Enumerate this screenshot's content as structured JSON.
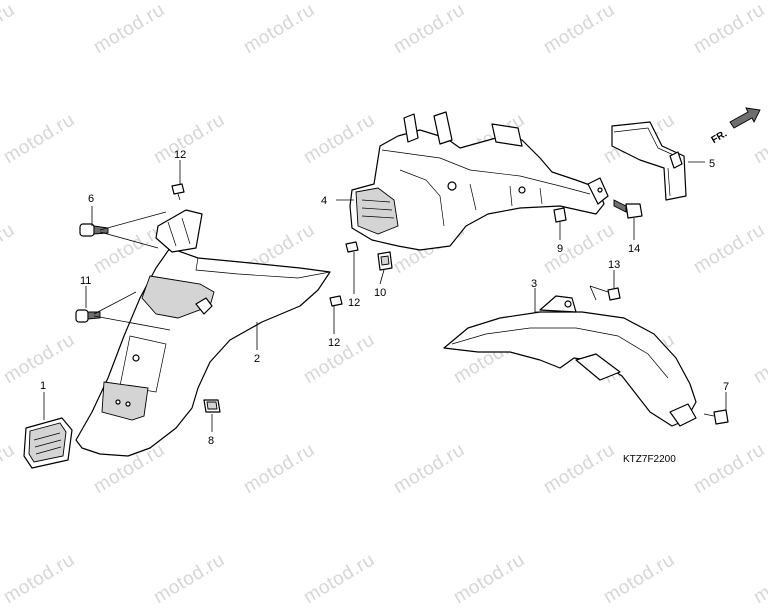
{
  "watermark": "motod.ru",
  "drawing_code": "KTZ7F2200",
  "front_arrow_label": "FR.",
  "callouts": {
    "c1": "1",
    "c2": "2",
    "c3": "3",
    "c4": "4",
    "c5": "5",
    "c6": "6",
    "c7": "7",
    "c8": "8",
    "c9": "9",
    "c10": "10",
    "c11": "11",
    "c12a": "12",
    "c12b": "12",
    "c12c": "12",
    "c13": "13",
    "c14": "14"
  },
  "colors": {
    "line": "#000000",
    "shade": "#d4d4d4",
    "watermark": "#d6d6d6"
  }
}
